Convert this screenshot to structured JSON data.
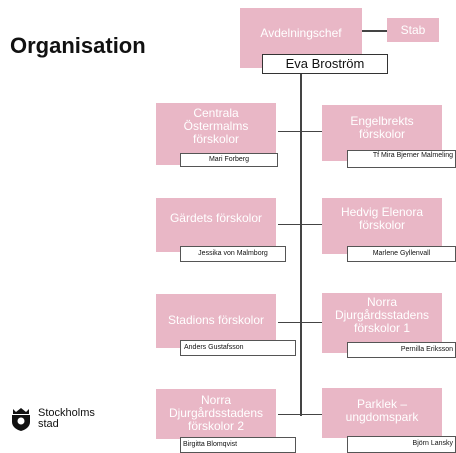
{
  "title": "Organisation",
  "head": {
    "role": "Avdelningschef",
    "name": "Eva Broström",
    "staff": "Stab"
  },
  "units": [
    {
      "name": "Centrala Östermalms förskolor",
      "manager": "Mari Forberg"
    },
    {
      "name": "Engelbrekts förskolor",
      "manager": "Tf Mira Bjerner Malmeling"
    },
    {
      "name": "Gärdets förskolor",
      "manager": "Jessika von Malmborg"
    },
    {
      "name": "Hedvig Elenora förskolor",
      "manager": "Marlene Gyllenvall"
    },
    {
      "name": "Stadions förskolor",
      "manager": "Anders Gustafsson"
    },
    {
      "name": "Norra Djurgårdsstadens förskolor 1",
      "manager": "Pernilla Eriksson"
    },
    {
      "name": "Norra Djurgårdsstadens förskolor 2",
      "manager": "Birgitta Blomqvist"
    },
    {
      "name": "Parklek – ungdomspark",
      "manager": "Björn Lansky"
    }
  ],
  "logo": {
    "line1": "Stockholms",
    "line2": "stad"
  },
  "colors": {
    "box_fill": "#e9b7c6",
    "box_text": "#ffffff",
    "connector": "#444444"
  }
}
